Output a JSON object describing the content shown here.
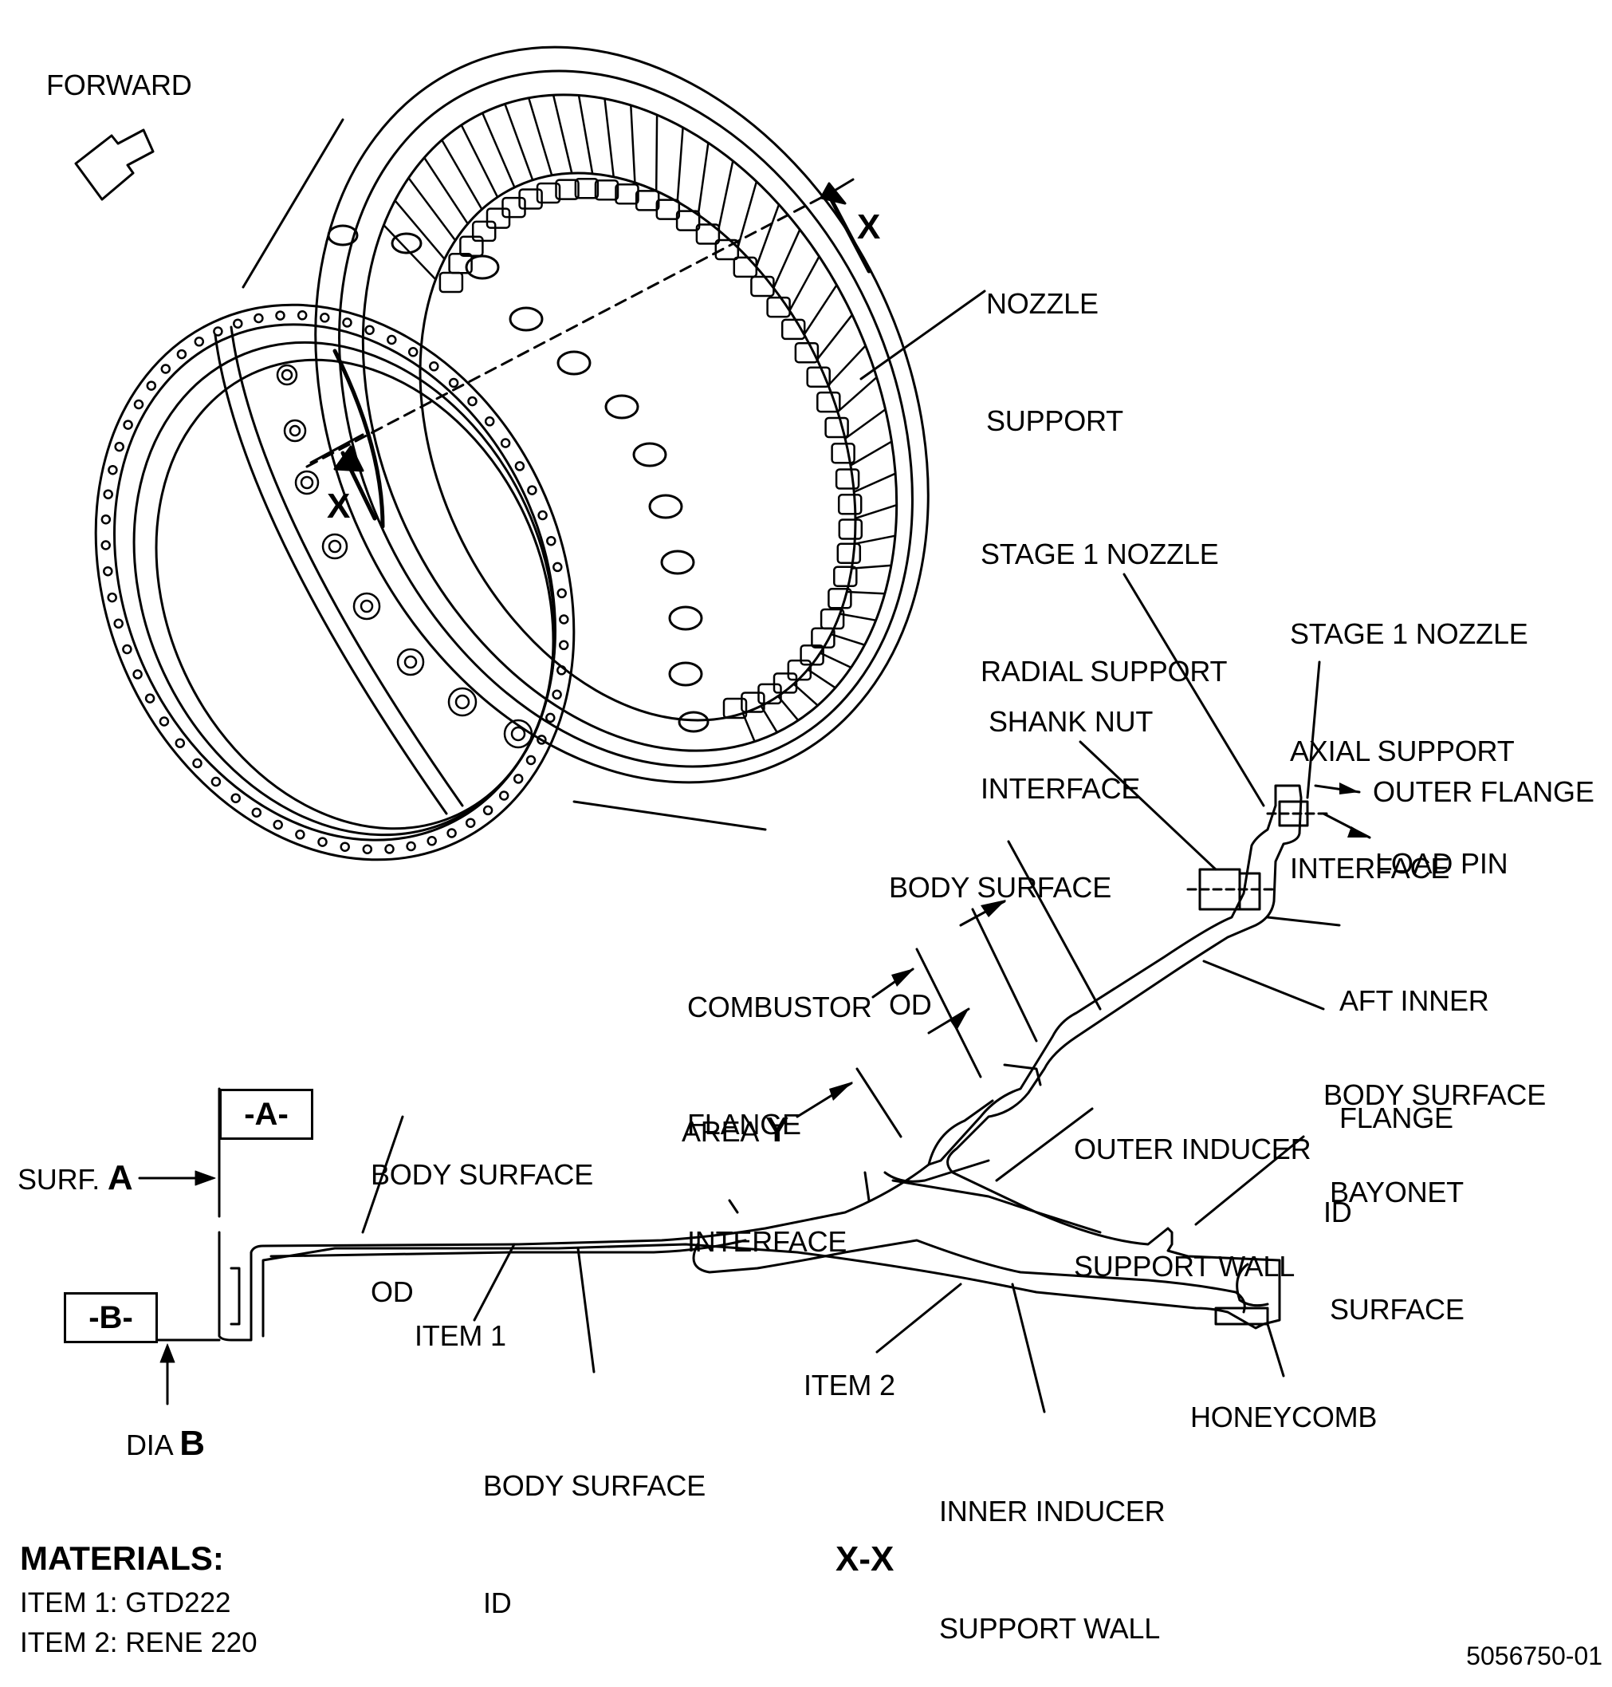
{
  "labels": {
    "forward": "FORWARD",
    "x_top": "X",
    "x_bottom": "X",
    "nozzle_support": [
      "NOZZLE",
      "SUPPORT"
    ],
    "stage1_radial": [
      "STAGE 1 NOZZLE",
      "RADIAL SUPPORT",
      "INTERFACE"
    ],
    "stage1_axial": [
      "STAGE 1 NOZZLE",
      "AXIAL SUPPORT",
      "INTERFACE"
    ],
    "shank_nut": "SHANK NUT",
    "outer_flange": "OUTER FLANGE",
    "load_pin": "LOAD PIN",
    "body_surface_od_upper": [
      "BODY SURFACE",
      "OD"
    ],
    "aft_inner_flange": [
      "AFT INNER",
      "FLANGE"
    ],
    "combustor_flange": [
      "COMBUSTOR",
      "FLANGE",
      "INTERFACE"
    ],
    "body_surface_id_right": [
      "BODY SURFACE",
      "ID"
    ],
    "outer_inducer": [
      "OUTER INDUCER",
      "SUPPORT WALL"
    ],
    "bayonet": [
      "BAYONET",
      "SURFACE"
    ],
    "area_y_prefix": "AREA ",
    "area_y_letter": "Y",
    "body_surface_od_lower": [
      "BODY SURFACE",
      "OD"
    ],
    "surf_a_prefix": "SURF. ",
    "surf_a_letter": "A",
    "datum_a": "-A-",
    "datum_b": "-B-",
    "dia_b_prefix": "DIA ",
    "dia_b_letter": "B",
    "item1": "ITEM 1",
    "item2": "ITEM 2",
    "body_surface_id_lower": [
      "BODY SURFACE",
      "ID"
    ],
    "inner_inducer": [
      "INNER INDUCER",
      "SUPPORT WALL"
    ],
    "honeycomb": "HONEYCOMB"
  },
  "materials": {
    "title": "MATERIALS:",
    "item1": "ITEM 1:  GTD222",
    "item2": "ITEM 2:  RENE 220"
  },
  "section_label": "X-X",
  "document_id": "5056750-01"
}
